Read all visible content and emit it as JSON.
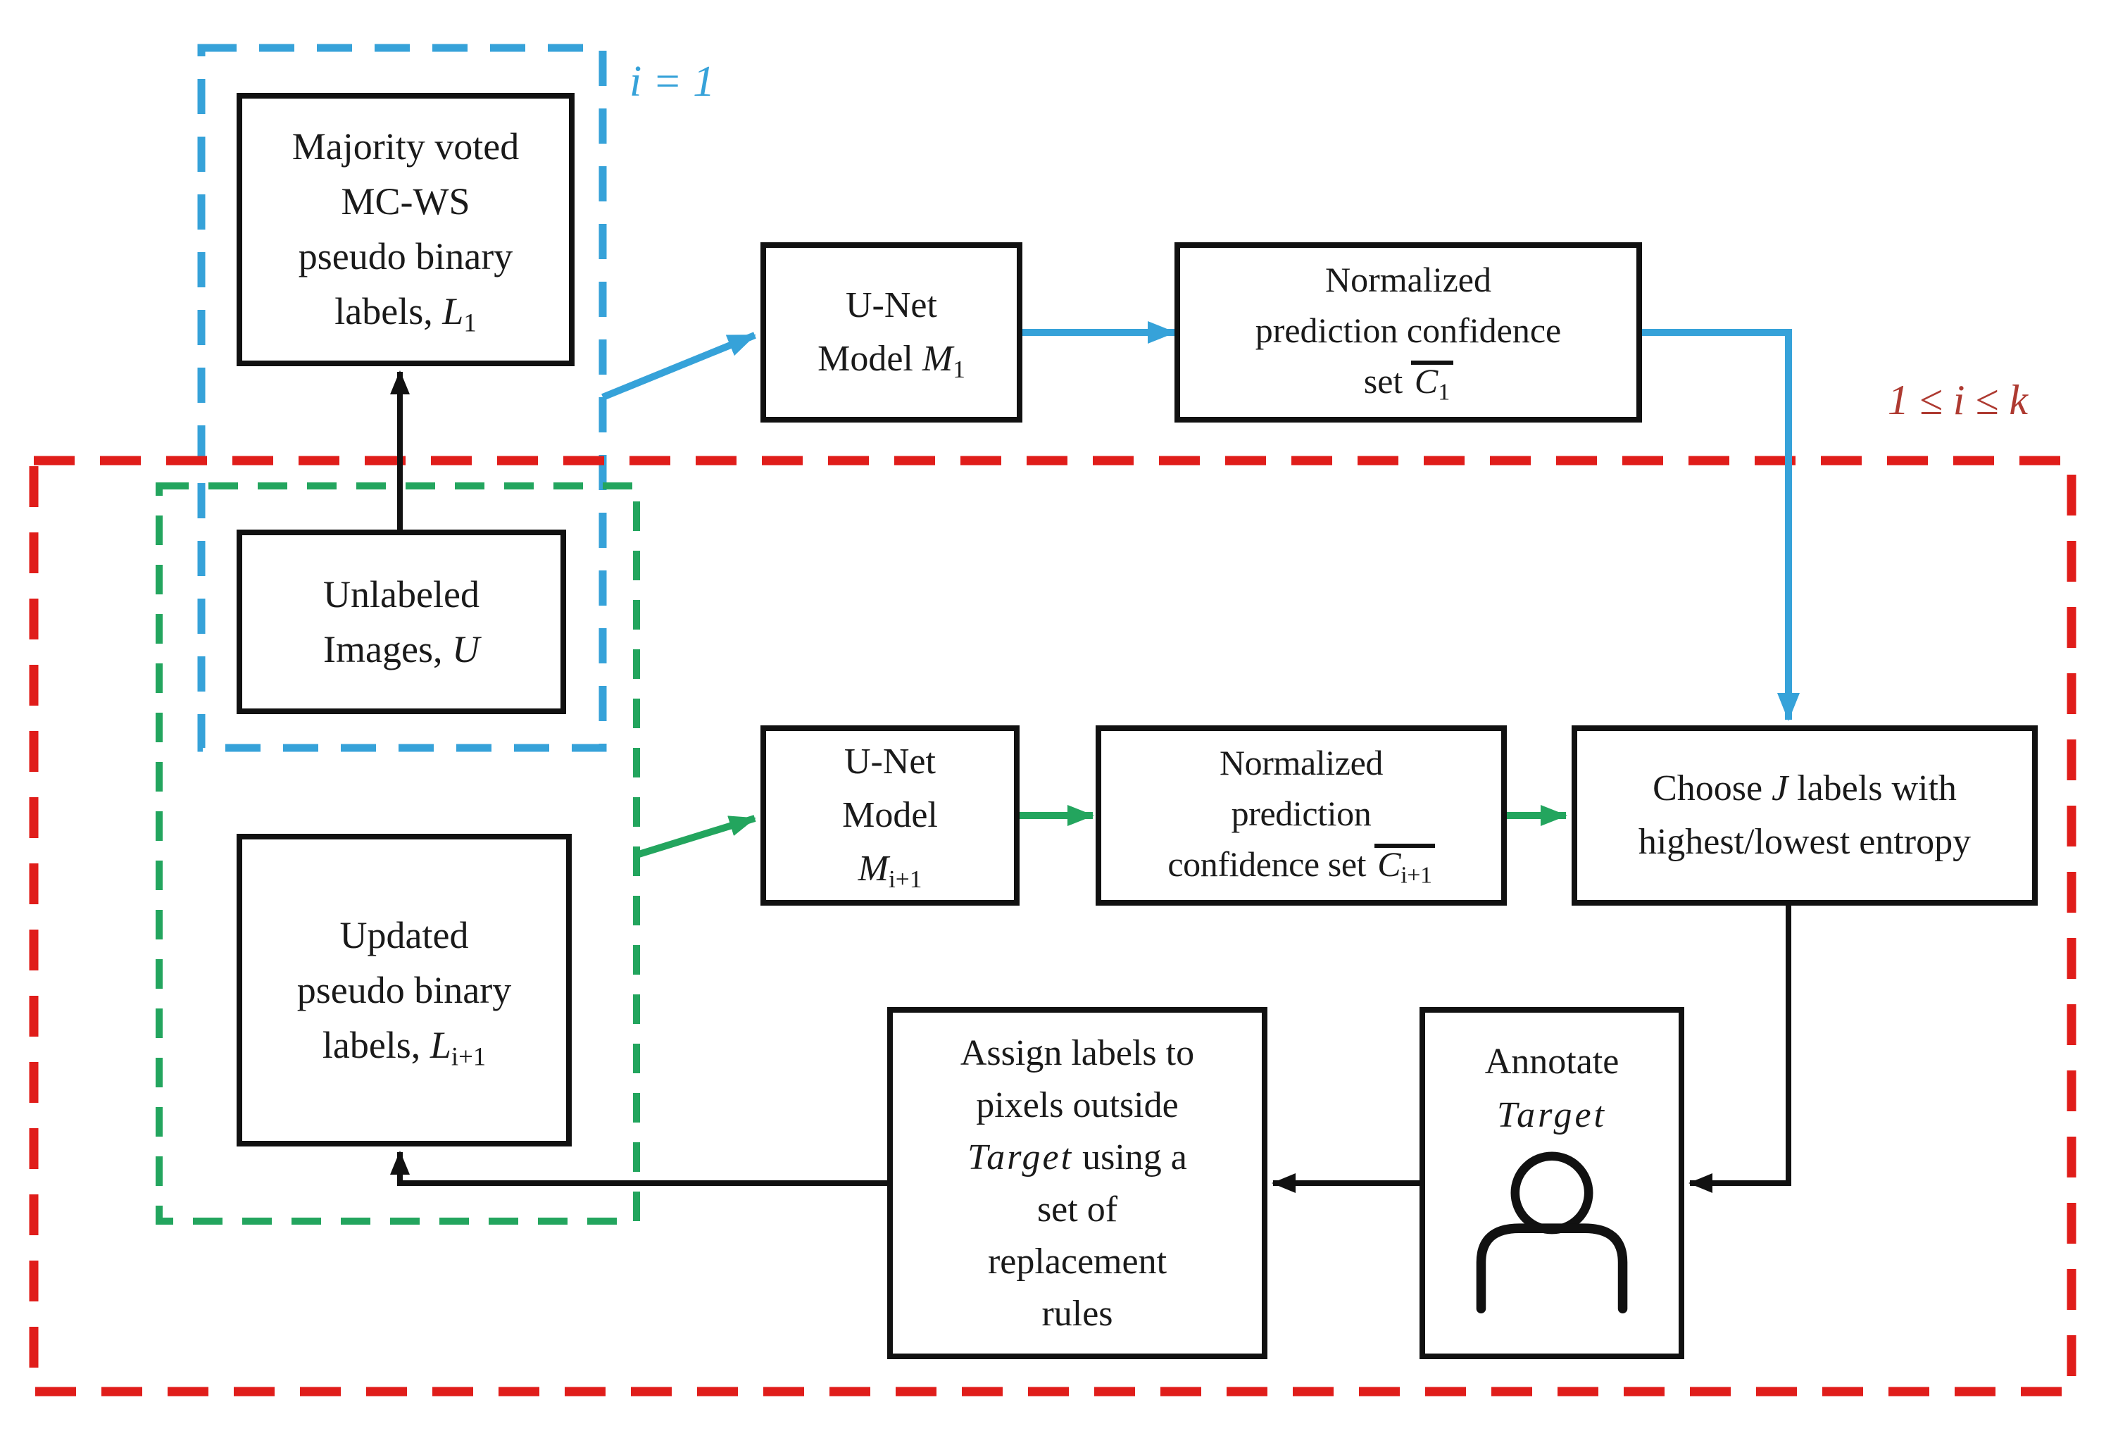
{
  "figure": {
    "type": "flowchart",
    "description": "Iterative human-in-the-loop U-Net pseudo-label refinement pipeline"
  },
  "colors": {
    "blue_dash": "#36A2D9",
    "red_dash": "#E01D1A",
    "red_label_text": "#AE3A31",
    "green_dash": "#23A55E",
    "box_border": "#111111",
    "text": "#1a1a1a",
    "background": "#ffffff"
  },
  "regions": {
    "blue": {
      "label": "i = 1",
      "color": "#36A2D9"
    },
    "red": {
      "label": "1 ≤ i ≤ k",
      "color": "#E01D1A",
      "label_color": "#AE3A31"
    },
    "green": {
      "color": "#23A55E"
    }
  },
  "nodes": {
    "majority": {
      "l1": "Majority voted",
      "l2": "MC-WS",
      "l3": "pseudo binary",
      "l4a": "labels, ",
      "l4var": "L",
      "l4sub": "1"
    },
    "unlabeled": {
      "l1": "Unlabeled",
      "l2a": "Images, ",
      "l2var": "U"
    },
    "updated": {
      "l1": "Updated",
      "l2": "pseudo binary",
      "l3a": "labels, ",
      "l3var": "L",
      "l3sub": "i+1"
    },
    "unet1": {
      "l1": "U-Net",
      "l2a": "Model ",
      "l2var": "M",
      "l2sub": "1"
    },
    "normc1": {
      "l1": "Normalized",
      "l2": "prediction confidence",
      "l3a": "set ",
      "l3var": "C",
      "l3sub": "1"
    },
    "uneti1": {
      "l1": "U-Net",
      "l2": "Model",
      "l3var": "M",
      "l3sub": "i+1"
    },
    "normci1": {
      "l1": "Normalized",
      "l2": "prediction",
      "l3a": "confidence set ",
      "l3var": "C",
      "l3sub": "i+1"
    },
    "choose": {
      "l1a": "Choose ",
      "l1var": "J",
      "l1b": " labels with",
      "l2": "highest/lowest entropy"
    },
    "annotate": {
      "l1": "Annotate",
      "l2var": "Target",
      "icon": "person-icon"
    },
    "assign": {
      "l1": "Assign labels to",
      "l2": "pixels outside",
      "l3var": "Target",
      "l3b": " using a",
      "l4": "set of",
      "l5": "replacement",
      "l6": "rules"
    }
  },
  "edges": [
    {
      "from": "unlabeled-images",
      "to": "majority-voted-labels",
      "color": "black"
    },
    {
      "from": "majority-voted-labels",
      "to": "u-net-model-m1",
      "color": "blue"
    },
    {
      "from": "u-net-model-m1",
      "to": "normalized-confidence-set-c1",
      "color": "blue"
    },
    {
      "from": "normalized-confidence-set-c1",
      "to": "choose-j-labels",
      "color": "blue"
    },
    {
      "from": "updated-pseudo-labels",
      "to": "u-net-model-mi+1",
      "color": "green"
    },
    {
      "from": "u-net-model-mi+1",
      "to": "normalized-confidence-set-ci+1",
      "color": "green"
    },
    {
      "from": "normalized-confidence-set-ci+1",
      "to": "choose-j-labels",
      "color": "green"
    },
    {
      "from": "choose-j-labels",
      "to": "annotate-target",
      "color": "black"
    },
    {
      "from": "annotate-target",
      "to": "assign-replacement-rules",
      "color": "black"
    },
    {
      "from": "assign-replacement-rules",
      "to": "updated-pseudo-labels",
      "color": "black"
    }
  ]
}
